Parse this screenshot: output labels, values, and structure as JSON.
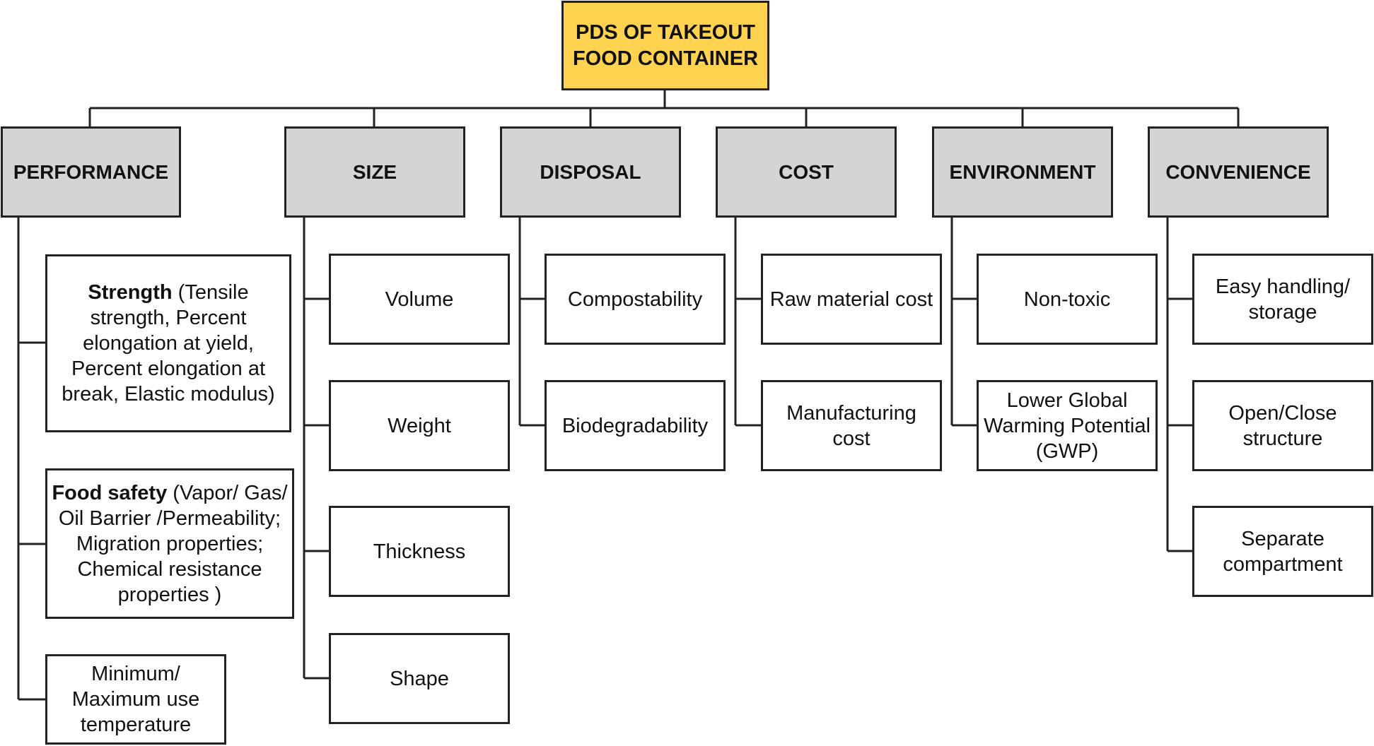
{
  "root": {
    "label": "PDS OF TAKEOUT FOOD CONTAINER"
  },
  "categories": [
    {
      "label": "PERFORMANCE",
      "items": [
        {
          "title": "Strength",
          "text": "(Tensile strength, Percent elongation at yield, Percent elongation at break, Elastic modulus)"
        },
        {
          "title": "Food safety",
          "text": "(Vapor/ Gas/ Oil Barrier /Permeability; Migration properties; Chemical resistance properties )"
        },
        {
          "title": "",
          "text": "Minimum/ Maximum use temperature"
        }
      ]
    },
    {
      "label": "SIZE",
      "items": [
        {
          "title": "",
          "text": "Volume"
        },
        {
          "title": "",
          "text": "Weight"
        },
        {
          "title": "",
          "text": "Thickness"
        },
        {
          "title": "",
          "text": "Shape"
        }
      ]
    },
    {
      "label": "DISPOSAL",
      "items": [
        {
          "title": "",
          "text": "Compostability"
        },
        {
          "title": "",
          "text": "Biodegradability"
        }
      ]
    },
    {
      "label": "COST",
      "items": [
        {
          "title": "",
          "text": "Raw material cost"
        },
        {
          "title": "",
          "text": "Manufacturing cost"
        }
      ]
    },
    {
      "label": "ENVIRONMENT",
      "items": [
        {
          "title": "",
          "text": "Non-toxic"
        },
        {
          "title": "",
          "text": "Lower Global Warming Potential (GWP)"
        }
      ]
    },
    {
      "label": "CONVENIENCE",
      "items": [
        {
          "title": "",
          "text": "Easy handling/ storage"
        },
        {
          "title": "",
          "text": "Open/Close structure"
        },
        {
          "title": "",
          "text": "Separate compartment"
        }
      ]
    }
  ]
}
